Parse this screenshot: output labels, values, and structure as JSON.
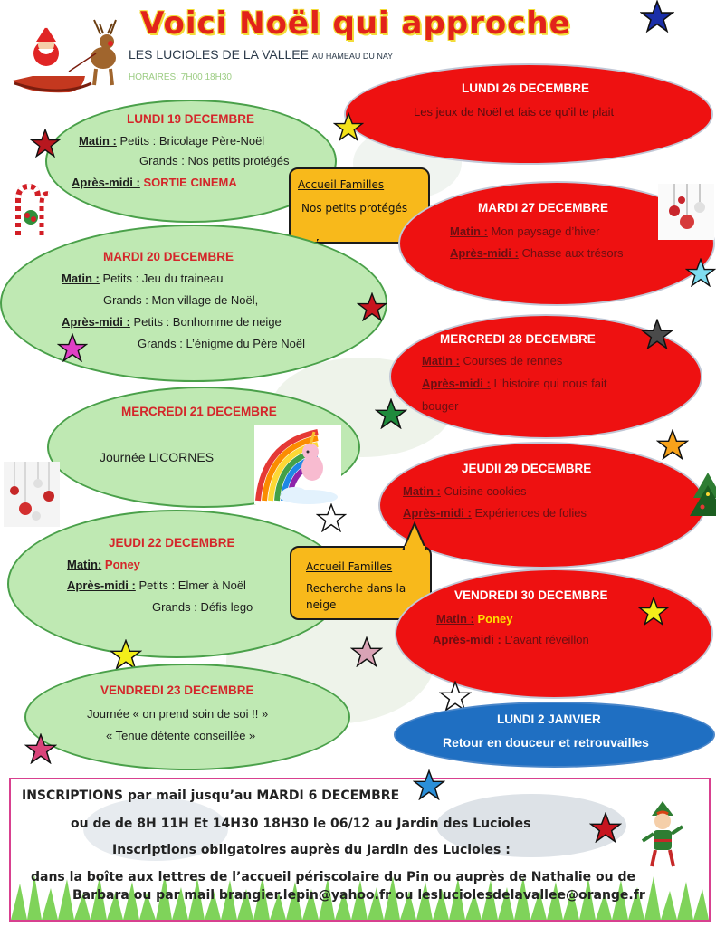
{
  "header": {
    "title": "Voici Noël qui approche",
    "subtitle": "LES LUCIOLES DE LA VALLEE",
    "subtitle_small": "AU HAMEAU DU NAY",
    "hours": "HORAIRES:  7H00 18H30"
  },
  "days": {
    "lundi19": {
      "title": "LUNDI 19 DECEMBRE",
      "matin_label": "Matin :",
      "matin_1": " Petits : Bricolage Père-Noël",
      "matin_2": "Grands : Nos petits protégés",
      "apm_label": "Après-midi :",
      "apm_value": " SORTIE CINEMA"
    },
    "mardi20": {
      "title": "MARDI 20 DECEMBRE",
      "matin_label": "Matin :",
      "matin_1": " Petits : Jeu du traineau",
      "matin_2": "Grands : Mon village de Noël,",
      "apm_label": "Après-midi :",
      "apm_1": "  Petits : Bonhomme de neige",
      "apm_2": "Grands : L’énigme du Père Noël"
    },
    "mercredi21": {
      "title": "MERCREDI 21 DECEMBRE",
      "text": "Journée LICORNES"
    },
    "jeudi22": {
      "title": "JEUDI 22 DECEMBRE",
      "matin_label": "Matin:",
      "matin_value": " Poney",
      "apm_label": "Après-midi :",
      "apm_1": "  Petits : Elmer à Noël",
      "apm_2": "Grands : Défis lego"
    },
    "vendredi23": {
      "title": "VENDREDI 23 DECEMBRE",
      "line_1": "Journée  « on prend soin de soi !! »",
      "line_2": "« Tenue détente conseillée »"
    },
    "lundi26": {
      "title": "LUNDI 26 DECEMBRE",
      "text": "Les jeux de Noël et fais ce qu’il te plait"
    },
    "mardi27": {
      "title": "MARDI 27 DECEMBRE",
      "matin_label": "Matin :",
      "matin_value": " Mon paysage d’hiver",
      "apm_label": "Après-midi :",
      "apm_value": " Chasse aux trésors"
    },
    "mercredi28": {
      "title": "MERCREDI 28 DECEMBRE",
      "matin_label": "Matin :",
      "matin_value": "  Courses de rennes",
      "apm_label": "Après-midi :",
      "apm_value": "  L’histoire qui nous fait",
      "apm_value_2": "bouger"
    },
    "jeudi29": {
      "title": "JEUDII 29 DECEMBRE",
      "matin_label": "Matin :",
      "matin_value": " Cuisine cookies",
      "apm_label": "Après-midi :",
      "apm_value": " Expériences de folies"
    },
    "vendredi30": {
      "title": "VENDREDI 30 DECEMBRE",
      "matin_label": "Matin :",
      "matin_value": " Poney",
      "apm_label": "Après-midi :",
      "apm_value": " L’avant réveillon"
    },
    "lundi2": {
      "title": "LUNDI 2 JANVIER",
      "text": "Retour en douceur et retrouvailles"
    }
  },
  "bubbles": {
    "top": {
      "title": "Accueil Familles",
      "body": "Nos petits protégés"
    },
    "bottom": {
      "title": "Accueil Familles",
      "body_1": "Recherche dans la",
      "body_2": "neige"
    }
  },
  "inscriptions": {
    "line_1": "INSCRIPTIONS par mail jusqu’au MARDI 6 DECEMBRE",
    "line_2": "ou de de 8H 11H   Et   14H30 18H30 le 06/12 au Jardin des Lucioles",
    "line_3": "Inscriptions obligatoires auprès du Jardin des Lucioles :",
    "line_4": "dans la boîte aux lettres de l’accueil périscolaire du  Pin  ou auprès de Nathalie ou de",
    "line_5": "Barbara ou  par mail  brangier.lepin@yahoo.fr ou lesluciolesdelavallee@orange.fr"
  },
  "colors": {
    "green_bubble": "#bfe9b3",
    "red_bubble": "#ee1111",
    "blue_bubble": "#1f6fc2",
    "callout": "#f8b91b",
    "title_red": "#e2231a"
  },
  "icons": [
    "santa-sleigh-icon",
    "candy-cane-icon",
    "ornaments-icon",
    "unicorn-rainbow-icon",
    "elf-icon",
    "star-icon",
    "christmas-tree-icon"
  ]
}
